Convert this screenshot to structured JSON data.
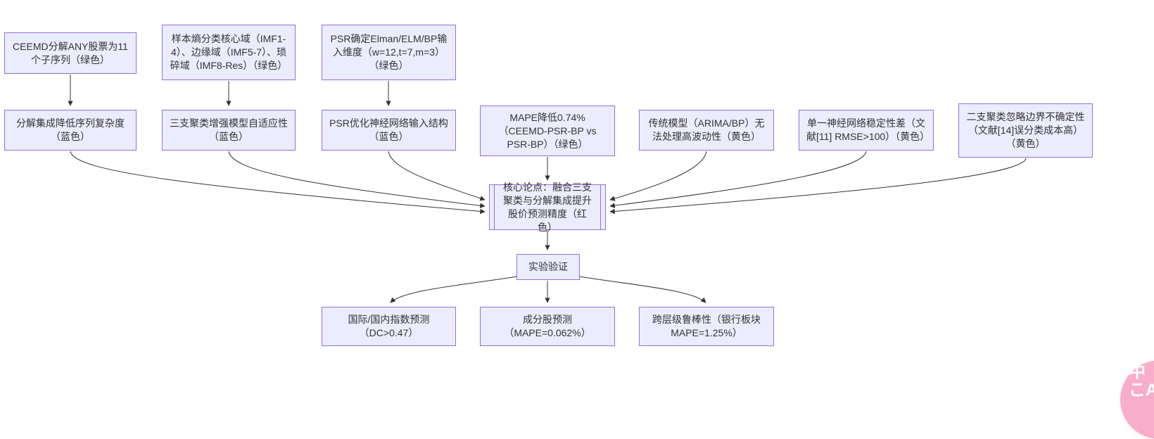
{
  "diagram": {
    "background": "#ffffff",
    "node_fill": "#ECECFF",
    "node_border": "#9370DB",
    "edge_color": "#333333",
    "text_color": "#333333",
    "nodes": {
      "n1": {
        "label": "CEEMD分解ANY股票为11个子序列（绿色）",
        "tone": "green"
      },
      "n2": {
        "label": "样本熵分类核心域（IMF1-4）、边缘域（IMF5-7）、琐碎域（IMF8-Res）（绿色）",
        "tone": "green"
      },
      "n3": {
        "label": "PSR确定Elman/ELM/BP输入维度（w=12,t=7,m=3）（绿色）",
        "tone": "green"
      },
      "n4": {
        "label": "分解集成降低序列复杂度（蓝色）",
        "tone": "blue"
      },
      "n5": {
        "label": "三支聚类增强模型自适应性（蓝色）",
        "tone": "blue"
      },
      "n6": {
        "label": "PSR优化神经网络输入结构（蓝色）",
        "tone": "blue"
      },
      "n7": {
        "label": "MAPE降低0.74%（CEEMD-PSR-BP vs PSR-BP）（绿色）",
        "tone": "green"
      },
      "n8": {
        "label": "传统模型（ARIMA/BP）无法处理高波动性（黄色）",
        "tone": "yellow"
      },
      "n9": {
        "label": "单一神经网络稳定性差（文献[11] RMSE>100）（黄色）",
        "tone": "yellow"
      },
      "n10": {
        "label": "二支聚类忽略边界不确定性（文献[14]误分类成本高）（黄色）",
        "tone": "yellow"
      },
      "core": {
        "label": "核心论点：融合三支聚类与分解集成提升股价预测精度（红色）",
        "tone": "red"
      },
      "exp": {
        "label": "实验验证"
      },
      "b1": {
        "label": "国际/国内指数预测（DC>0.47）"
      },
      "b2": {
        "label": "成分股预测（MAPE=0.062%）"
      },
      "b3": {
        "label": "跨层级鲁棒性（银行板块 MAPE=1.25%）"
      }
    },
    "edges": [
      {
        "from": "n1",
        "to": "n4"
      },
      {
        "from": "n2",
        "to": "n5"
      },
      {
        "from": "n3",
        "to": "n6"
      },
      {
        "from": "n4",
        "to": "core"
      },
      {
        "from": "n5",
        "to": "core"
      },
      {
        "from": "n6",
        "to": "core"
      },
      {
        "from": "n7",
        "to": "core"
      },
      {
        "from": "n8",
        "to": "core"
      },
      {
        "from": "n9",
        "to": "core"
      },
      {
        "from": "n10",
        "to": "core"
      },
      {
        "from": "core",
        "to": "exp"
      },
      {
        "from": "exp",
        "to": "b1"
      },
      {
        "from": "exp",
        "to": "b2"
      },
      {
        "from": "exp",
        "to": "b3"
      }
    ]
  },
  "badge": {
    "line_top": "中",
    "line_bottom": "こA",
    "color": "#f8aecb"
  }
}
